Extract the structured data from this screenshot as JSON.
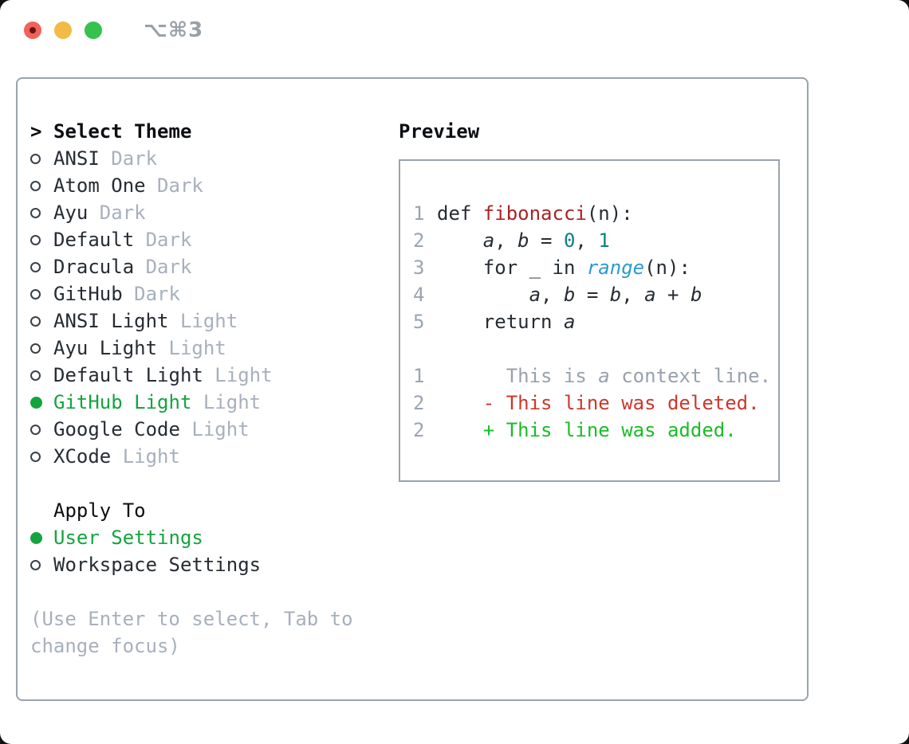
{
  "window": {
    "title": "⌥⌘3",
    "title_color": "#9aa0a8",
    "traffic_lights": {
      "close_color": "#f0625a",
      "close_dot_color": "#6d1212",
      "minimize_color": "#f3bb45",
      "zoom_color": "#35c24d"
    }
  },
  "palette": {
    "fg": "#262c33",
    "heading": "#0b0e12",
    "dim": "#a7b0bc",
    "linenum": "#9aa4b1",
    "marker": "#3a4149",
    "border": "#9aa3ad",
    "green": "#14a43f",
    "func": "#a92424",
    "num": "#0e7e85",
    "builtin": "#2a9ad2",
    "del": "#cc382c",
    "add": "#1abd27",
    "ctx": "#98a1ad"
  },
  "theme_list": {
    "cursor": ">",
    "header": "Select Theme",
    "items": [
      {
        "name": "ANSI",
        "tag": "Dark",
        "selected": false
      },
      {
        "name": "Atom One",
        "tag": "Dark",
        "selected": false
      },
      {
        "name": "Ayu",
        "tag": "Dark",
        "selected": false
      },
      {
        "name": "Default",
        "tag": "Dark",
        "selected": false
      },
      {
        "name": "Dracula",
        "tag": "Dark",
        "selected": false
      },
      {
        "name": "GitHub",
        "tag": "Dark",
        "selected": false
      },
      {
        "name": "ANSI Light",
        "tag": "Light",
        "selected": false
      },
      {
        "name": "Ayu Light",
        "tag": "Light",
        "selected": false
      },
      {
        "name": "Default Light",
        "tag": "Light",
        "selected": false
      },
      {
        "name": "GitHub Light",
        "tag": "Light",
        "selected": true
      },
      {
        "name": "Google Code",
        "tag": "Light",
        "selected": false
      },
      {
        "name": "XCode",
        "tag": "Light",
        "selected": false
      }
    ]
  },
  "apply_to": {
    "header": "Apply To",
    "items": [
      {
        "label": "User Settings",
        "selected": true
      },
      {
        "label": "Workspace Settings",
        "selected": false
      }
    ]
  },
  "hint": "(Use Enter to select, Tab to change focus)",
  "preview": {
    "title": "Preview",
    "lines": [
      {
        "num": "1",
        "kind": "code",
        "tokens": [
          {
            "t": "def ",
            "c": "fg"
          },
          {
            "t": "fibonacci",
            "c": "func"
          },
          {
            "t": "(n):",
            "c": "fg"
          }
        ]
      },
      {
        "num": "2",
        "kind": "code",
        "tokens": [
          {
            "t": "    ",
            "c": "fg"
          },
          {
            "t": "a",
            "c": "fg",
            "i": 1
          },
          {
            "t": ", ",
            "c": "fg"
          },
          {
            "t": "b",
            "c": "fg",
            "i": 1
          },
          {
            "t": " = ",
            "c": "fg"
          },
          {
            "t": "0",
            "c": "num"
          },
          {
            "t": ", ",
            "c": "fg"
          },
          {
            "t": "1",
            "c": "num"
          }
        ]
      },
      {
        "num": "3",
        "kind": "code",
        "tokens": [
          {
            "t": "    for _ in ",
            "c": "fg"
          },
          {
            "t": "range",
            "c": "builtin",
            "i": 1
          },
          {
            "t": "(n):",
            "c": "fg"
          }
        ]
      },
      {
        "num": "4",
        "kind": "code",
        "tokens": [
          {
            "t": "        ",
            "c": "fg"
          },
          {
            "t": "a",
            "c": "fg",
            "i": 1
          },
          {
            "t": ", ",
            "c": "fg"
          },
          {
            "t": "b",
            "c": "fg",
            "i": 1
          },
          {
            "t": " = ",
            "c": "fg"
          },
          {
            "t": "b",
            "c": "fg",
            "i": 1
          },
          {
            "t": ", ",
            "c": "fg"
          },
          {
            "t": "a",
            "c": "fg",
            "i": 1
          },
          {
            "t": " + ",
            "c": "fg"
          },
          {
            "t": "b",
            "c": "fg",
            "i": 1
          }
        ]
      },
      {
        "num": "5",
        "kind": "code",
        "tokens": [
          {
            "t": "    return ",
            "c": "fg"
          },
          {
            "t": "a",
            "c": "fg",
            "i": 1
          }
        ]
      },
      {
        "num": "",
        "kind": "blank",
        "tokens": []
      },
      {
        "num": "1",
        "kind": "diff-context",
        "tokens": [
          {
            "t": "      This is ",
            "c": "ctx"
          },
          {
            "t": "a",
            "c": "ctx",
            "i": 1
          },
          {
            "t": " context line.",
            "c": "ctx"
          }
        ]
      },
      {
        "num": "2",
        "kind": "diff-deleted",
        "tokens": [
          {
            "t": "    - This line was deleted.",
            "c": "del"
          }
        ]
      },
      {
        "num": "2",
        "kind": "diff-added",
        "tokens": [
          {
            "t": "    + This line was added.",
            "c": "add"
          }
        ]
      }
    ]
  }
}
